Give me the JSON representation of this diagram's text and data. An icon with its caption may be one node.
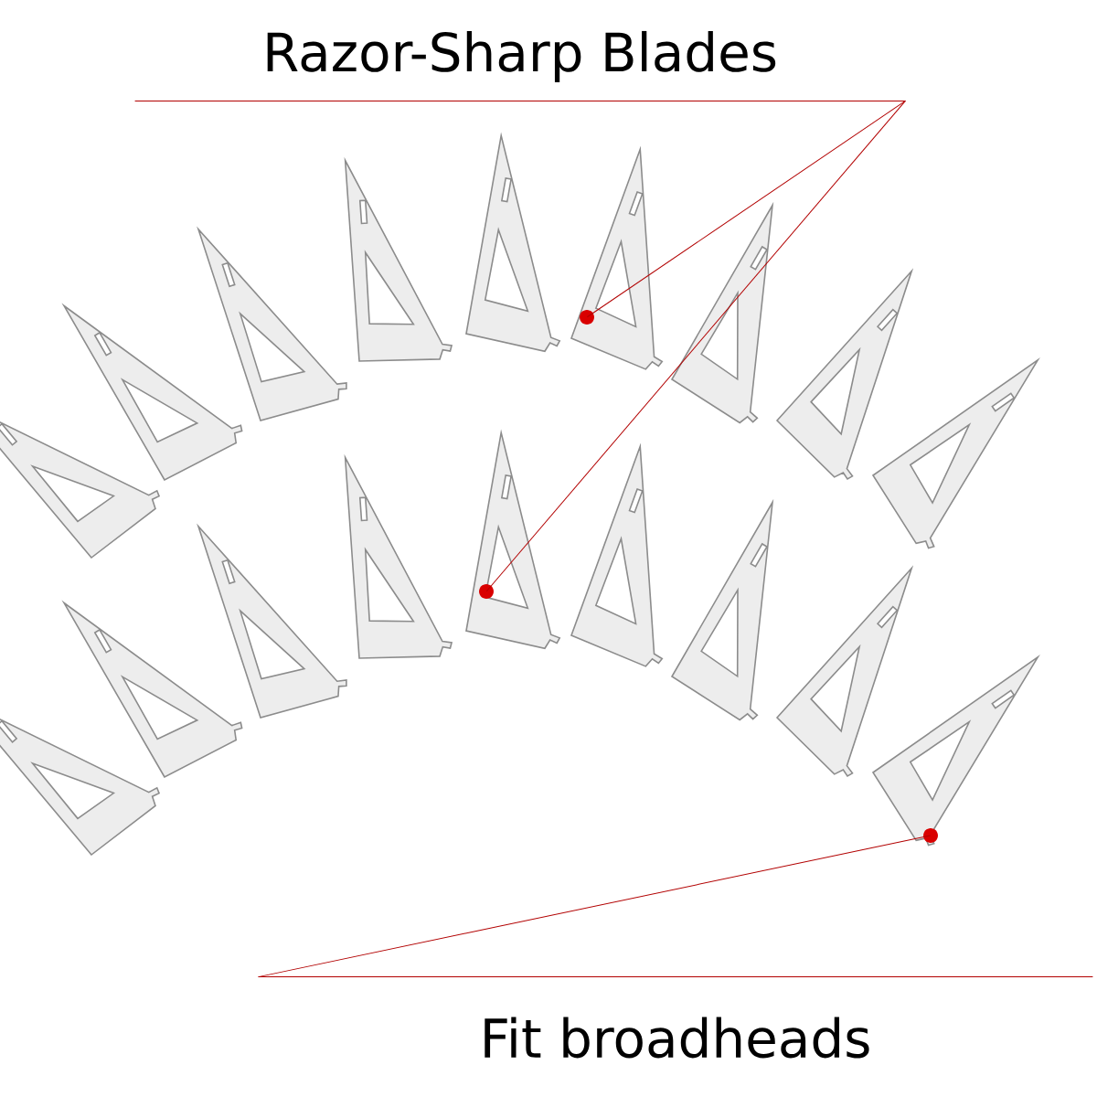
{
  "diagram": {
    "nodes": [
      {
        "text": [
          "Razor-Sharp Blades"
        ]
      },
      {
        "text": [],
        "shape": "circle"
      },
      {
        "text": [],
        "shape": "circle"
      },
      {
        "text": [
          "Fit broadheads"
        ]
      },
      {
        "text": [],
        "shape": "circle"
      }
    ],
    "edges": [
      {
        "from": 0,
        "to": 1,
        "arrow": "none"
      },
      {
        "from": 0,
        "to": 2,
        "arrow": "none"
      },
      {
        "from": 3,
        "to": 4,
        "arrow": "none"
      }
    ]
  }
}
